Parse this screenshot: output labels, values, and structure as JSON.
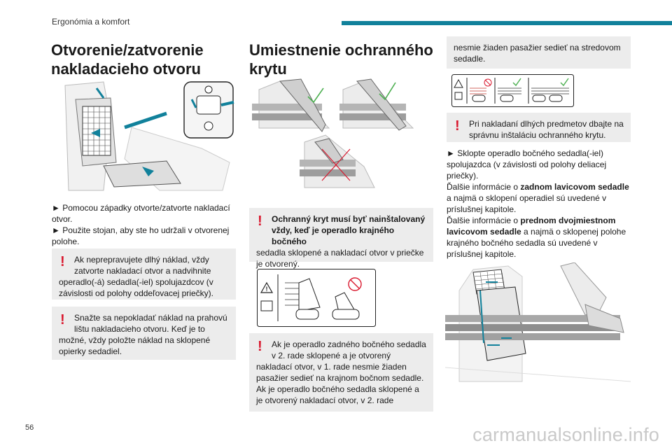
{
  "header": {
    "section": "Ergonómia a komfort",
    "accent_color": "#11819b"
  },
  "page_number": "56",
  "watermark": "carmanualsonline.info",
  "col1": {
    "title_line1": "Otvorenie/zatvorenie",
    "title_line2": "nakladacieho otvoru",
    "step1": "► Pomocou západky otvorte/zatvorte nakladací otvor.",
    "step2": "► Použite stojan, aby ste ho udržali v otvorenej polohe.",
    "note1_first": "Ak neprepravujete dlhý náklad, vždy zatvorte nakladací otvor a nadvihnite",
    "note1_rest": "operadlo(-á) sedadla(-iel) spolujazdcov (v závislosti od polohy oddeľovacej priečky).",
    "note2_first": "Snažte sa nepokladať náklad na prahovú lištu nakladacieho otvoru. Keď je to",
    "note2_rest": "možné, vždy položte náklad na sklopené opierky sedadiel."
  },
  "col2": {
    "title_line1": "Umiestnenie ochranného",
    "title_line2": "krytu",
    "note1_first": "Ochranný kryt musí byť nainštalovaný vždy, keď je operadlo krajného bočného",
    "note1_rest": "sedadla sklopené a nakladací otvor v priečke je otvorený.",
    "note2_first": "Ak je operadlo zadného bočného sedadla v 2. rade sklopené a je otvorený",
    "note2_rest": "nakladací otvor, v 1. rade nesmie žiaden pasažier sedieť na krajnom bočnom sedadle. Ak je operadlo bočného sedadla sklopené a je otvorený nakladací otvor, v 2. rade"
  },
  "col3": {
    "continued": "nesmie žiaden pasažier sedieť na stredovom sedadle.",
    "note_first": "Pri nakladaní dlhých predmetov dbajte na správnu inštaláciu ochranného krytu.",
    "step": "► Sklopte operadlo bočného sedadla(-iel) spolujazdca (v závislosti od polohy deliacej priečky).",
    "more1_pre": "Ďalšie informácie o ",
    "more1_bold": "zadnom lavicovom sedadle",
    "more1_post": " a najmä o sklopení operadiel sú uvedené v príslušnej kapitole.",
    "more2_pre": "Ďalšie informácie o ",
    "more2_bold": "prednom dvojmiestnom lavicovom sedadle",
    "more2_post": " a najmä o sklopenej polohe krajného bočného sedadla sú uvedené v príslušnej kapitole."
  },
  "colors": {
    "warning": "#d9192f",
    "ok": "#4caf50",
    "note_bg": "#ececec",
    "arrow": "#11819b"
  }
}
